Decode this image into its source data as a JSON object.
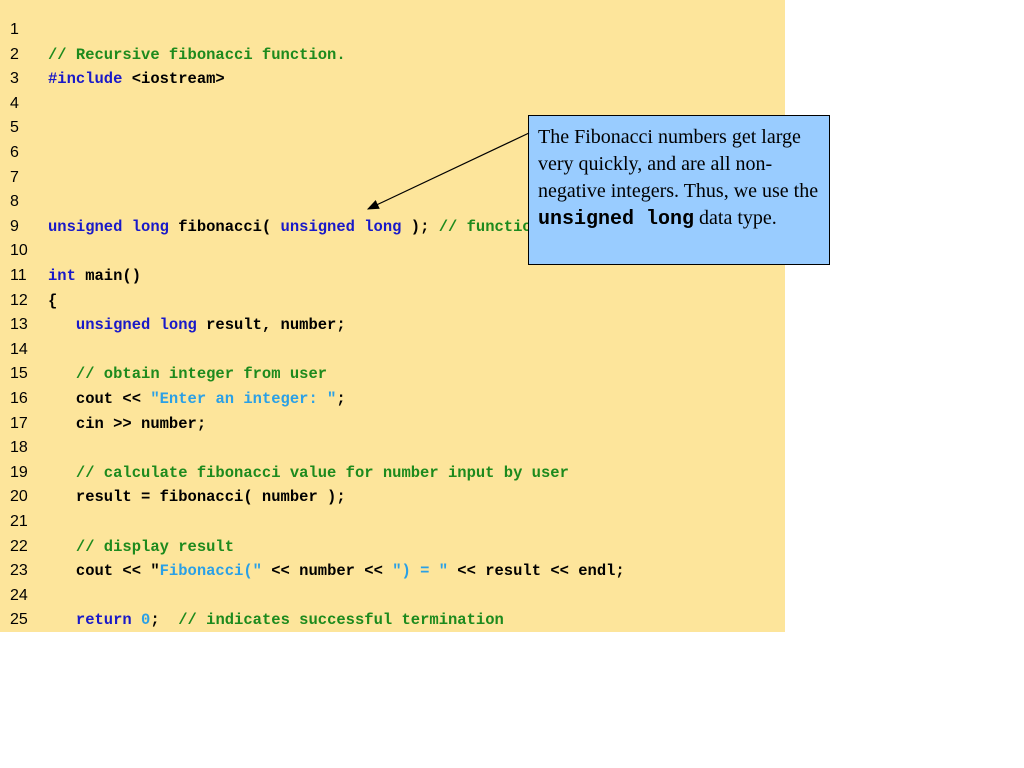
{
  "code_lines": [
    {
      "num": "1",
      "tokens": []
    },
    {
      "num": "2",
      "tokens": [
        {
          "t": "// Recursive fibonacci function.",
          "c": "comment"
        }
      ]
    },
    {
      "num": "3",
      "tokens": [
        {
          "t": "#include",
          "c": "keyword"
        },
        {
          "t": " <iostream>",
          "c": "plain"
        }
      ]
    },
    {
      "num": "4",
      "tokens": []
    },
    {
      "num": "5",
      "tokens": []
    },
    {
      "num": "6",
      "tokens": []
    },
    {
      "num": "7",
      "tokens": []
    },
    {
      "num": "8",
      "tokens": []
    },
    {
      "num": "9",
      "tokens": [
        {
          "t": "unsigned long",
          "c": "keyword"
        },
        {
          "t": " fibonacci( ",
          "c": "plain"
        },
        {
          "t": "unsigned long",
          "c": "keyword"
        },
        {
          "t": " ); ",
          "c": "plain"
        },
        {
          "t": "// function prototype",
          "c": "comment"
        }
      ]
    },
    {
      "num": "10",
      "tokens": []
    },
    {
      "num": "11",
      "tokens": [
        {
          "t": "int",
          "c": "keyword"
        },
        {
          "t": " main()",
          "c": "plain"
        }
      ]
    },
    {
      "num": "12",
      "tokens": [
        {
          "t": "{",
          "c": "plain"
        }
      ]
    },
    {
      "num": "13",
      "tokens": [
        {
          "t": "   ",
          "c": "plain"
        },
        {
          "t": "unsigned long",
          "c": "keyword"
        },
        {
          "t": " result, number;",
          "c": "plain"
        }
      ]
    },
    {
      "num": "14",
      "tokens": []
    },
    {
      "num": "15",
      "tokens": [
        {
          "t": "   ",
          "c": "plain"
        },
        {
          "t": "// obtain integer from user",
          "c": "comment"
        }
      ]
    },
    {
      "num": "16",
      "tokens": [
        {
          "t": "   cout << ",
          "c": "plain"
        },
        {
          "t": "\"Enter an integer: \"",
          "c": "string"
        },
        {
          "t": ";",
          "c": "plain"
        }
      ]
    },
    {
      "num": "17",
      "tokens": [
        {
          "t": "   cin >> number;",
          "c": "plain"
        }
      ]
    },
    {
      "num": "18",
      "tokens": []
    },
    {
      "num": "19",
      "tokens": [
        {
          "t": "   ",
          "c": "plain"
        },
        {
          "t": "// calculate fibonacci value for number input by user",
          "c": "comment"
        }
      ]
    },
    {
      "num": "20",
      "tokens": [
        {
          "t": "   result = fibonacci( number );",
          "c": "plain"
        }
      ]
    },
    {
      "num": "21",
      "tokens": []
    },
    {
      "num": "22",
      "tokens": [
        {
          "t": "   ",
          "c": "plain"
        },
        {
          "t": "// display result",
          "c": "comment"
        }
      ]
    },
    {
      "num": "23",
      "tokens": [
        {
          "t": "   cout << \"",
          "c": "plain"
        },
        {
          "t": "Fibonacci(\"",
          "c": "string"
        },
        {
          "t": " << number << ",
          "c": "plain"
        },
        {
          "t": "\") = \"",
          "c": "string"
        },
        {
          "t": " << result << endl;",
          "c": "plain"
        }
      ]
    },
    {
      "num": "24",
      "tokens": []
    },
    {
      "num": "25",
      "tokens": [
        {
          "t": "   ",
          "c": "plain"
        },
        {
          "t": "return",
          "c": "keyword"
        },
        {
          "t": " ",
          "c": "plain"
        },
        {
          "t": "0",
          "c": "number"
        },
        {
          "t": ";  ",
          "c": "plain"
        },
        {
          "t": "// indicates successful termination",
          "c": "comment"
        }
      ]
    }
  ],
  "callout": {
    "text_before": "The Fibonacci numbers get large very quickly, and are all non-negative integers. Thus, we use the ",
    "code": "unsigned long",
    "text_after": " data type."
  },
  "colors": {
    "panel_bg": "#fde59b",
    "callout_bg": "#99ccff",
    "comment": "#1d8a1d",
    "keyword": "#1919c8",
    "string": "#2aa0e6"
  }
}
